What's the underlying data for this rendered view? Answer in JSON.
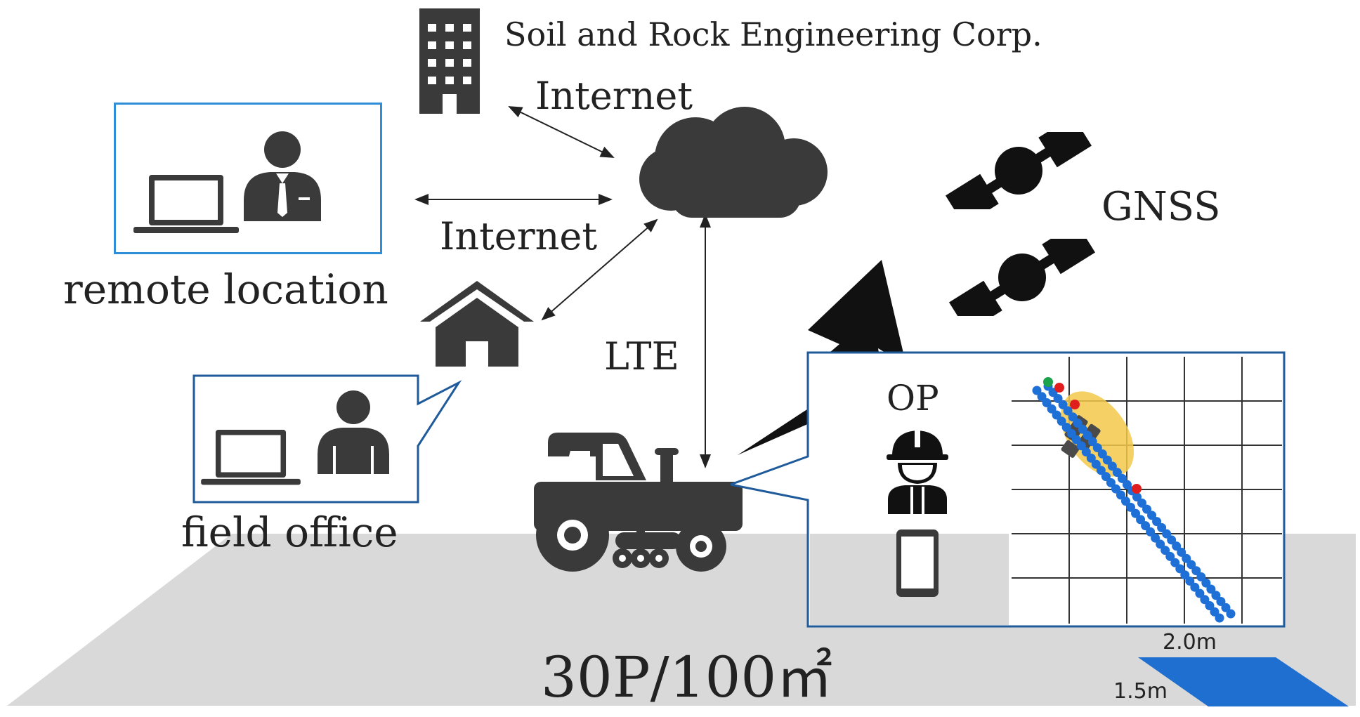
{
  "labels": {
    "company": "Soil and Rock Engineering Corp.",
    "internet_company": "Internet",
    "internet_remote": "Internet",
    "remote_location": "remote location",
    "field_office": "field office",
    "lte": "LTE",
    "gnss": "GNSS",
    "op": "OP",
    "density": "30P/100㎡",
    "dim_width": "2.0m",
    "dim_depth": "1.5m"
  },
  "colors": {
    "icon": "#3a3a3a",
    "frame": "#1f5a9a",
    "remote_frame": "#2e8fd8",
    "ground": "#d9d9d9",
    "pile_dot": "#1e6fd6",
    "pile_start": "#1aa34a",
    "pile_marker": "#e01e1e",
    "tile": "#1f6fd0"
  },
  "icons": [
    "building-icon",
    "cloud-icon",
    "satellite-icon",
    "laptop-icon",
    "person-icon",
    "house-icon",
    "tractor-icon",
    "lightning-icon",
    "worker-icon",
    "smartphone-icon"
  ]
}
